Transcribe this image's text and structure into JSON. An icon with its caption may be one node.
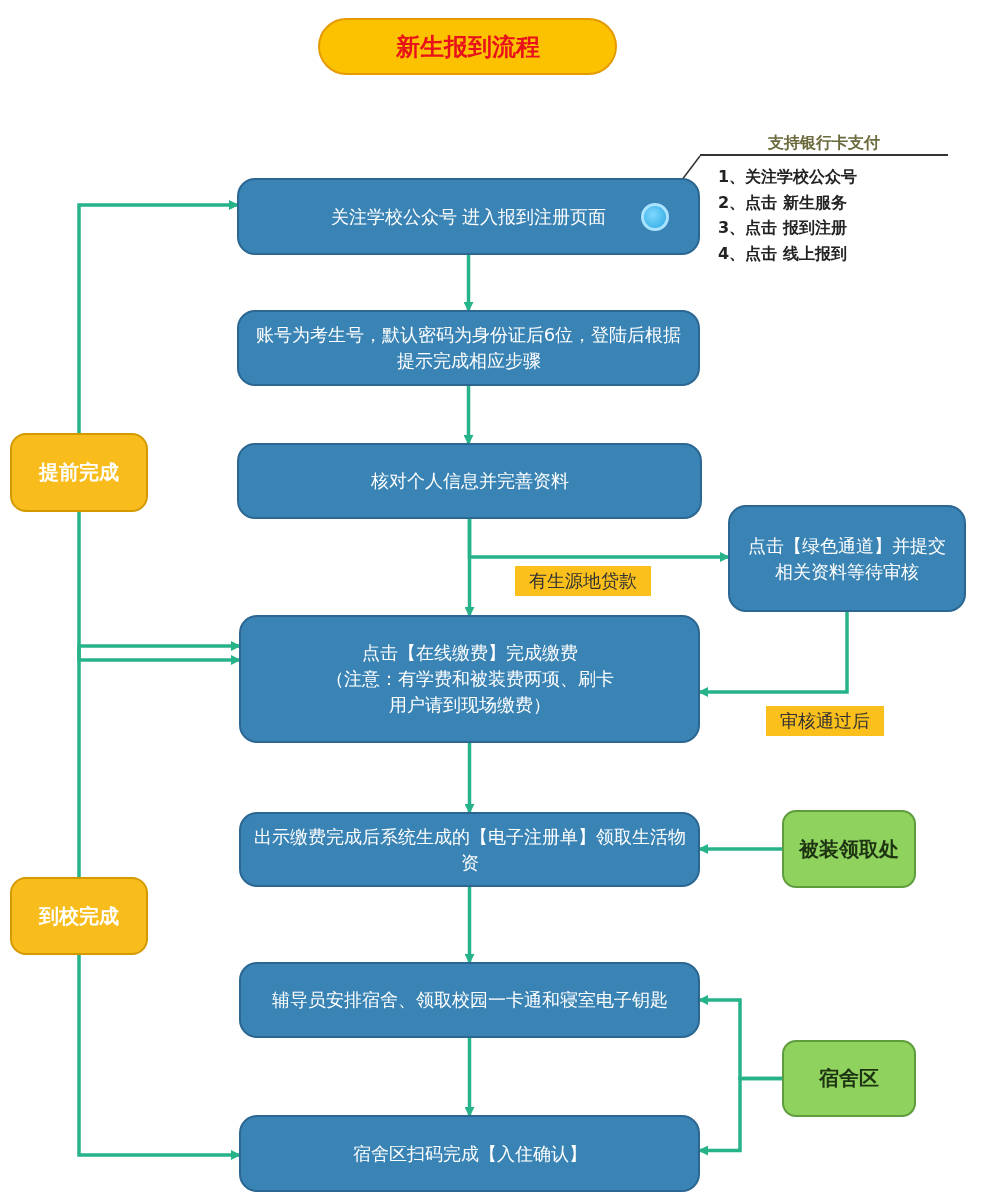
{
  "diagram": {
    "title": "新生报到流程",
    "nodes": [
      {
        "text": [
          "关注学校公众号 进入报到注册页面"
        ]
      },
      {
        "text": [
          "账号为考生号，默认密码为身份证后6位，登陆后根据提示完成相应步骤"
        ]
      },
      {
        "text": [
          "核对个人信息并完善资料"
        ]
      },
      {
        "text": [
          "点击【绿色通道】并提交相关资料等待审核"
        ]
      },
      {
        "text": [
          "点击【在线缴费】完成缴费",
          "（注意：有学费和被装费两项、刷卡用户请到现场缴费）"
        ]
      },
      {
        "text": [
          "出示缴费完成后系统生成的【电子注册单】领取生活物资"
        ]
      },
      {
        "text": [
          "被装领取处"
        ]
      },
      {
        "text": [
          "辅导员安排宿舍、领取校园一卡通和寝室电子钥匙"
        ]
      },
      {
        "text": [
          "宿舍区"
        ]
      },
      {
        "text": [
          "宿舍区扫码完成【入住确认】"
        ]
      },
      {
        "text": [
          "提前完成"
        ]
      },
      {
        "text": [
          "到校完成"
        ]
      },
      {
        "text": [],
        "shape": "circle",
        "in": 0
      },
      {
        "text": [
          "支持银行卡支付"
        ]
      }
    ],
    "edges": [
      {
        "from": 0,
        "to": 1,
        "arrow": "to"
      },
      {
        "from": 1,
        "to": 2,
        "arrow": "to"
      },
      {
        "from": 2,
        "to": 4,
        "arrow": "to"
      },
      {
        "from": 2,
        "to": 3,
        "arrow": "to",
        "label": "有生源地贷款"
      },
      {
        "from": 3,
        "to": 4,
        "arrow": "to",
        "label": "审核通过后"
      },
      {
        "from": 4,
        "to": 5,
        "arrow": "to"
      },
      {
        "from": 6,
        "to": 5,
        "arrow": "to"
      },
      {
        "from": 5,
        "to": 7,
        "arrow": "to"
      },
      {
        "from": 7,
        "to": 9,
        "arrow": "to"
      },
      {
        "from": 8,
        "to": 7,
        "arrow": "to"
      },
      {
        "from": 8,
        "to": 9,
        "arrow": "to"
      },
      {
        "from": 10,
        "to": 0,
        "arrow": "to"
      },
      {
        "from": 10,
        "to": 4,
        "arrow": "to"
      },
      {
        "from": 11,
        "to": 4,
        "arrow": "to"
      },
      {
        "from": 11,
        "to": 9,
        "arrow": "to"
      },
      {
        "from": 13,
        "to": 12,
        "arrow": "none",
        "color": "#333333"
      }
    ],
    "labels": [
      "1、关注学校公众号",
      "2、点击 新生服务",
      "3、点击 报到注册",
      "4、点击 线上报到"
    ]
  }
}
